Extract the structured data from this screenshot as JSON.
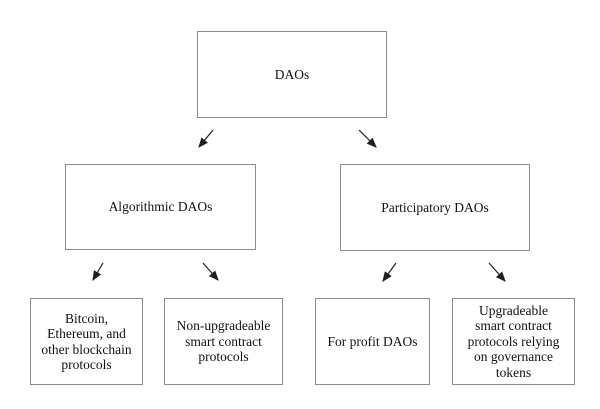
{
  "colors": {
    "background": "#ffffff",
    "box_border": "#8c8c8c",
    "text": "#111111",
    "arrow": "#1f1f1f"
  },
  "nodes": {
    "root": {
      "label": "DAOs"
    },
    "level2": [
      {
        "label": "Algorithmic DAOs"
      },
      {
        "label": "Participatory DAOs"
      }
    ],
    "level3": [
      {
        "label": "Bitcoin,\nEthereum, and\nother blockchain\nprotocols"
      },
      {
        "label": "Non-upgradeable\nsmart contract\nprotocols"
      },
      {
        "label": "For profit DAOs"
      },
      {
        "label": "Upgradeable\nsmart contract\nprotocols relying\non governance\ntokens"
      }
    ]
  }
}
